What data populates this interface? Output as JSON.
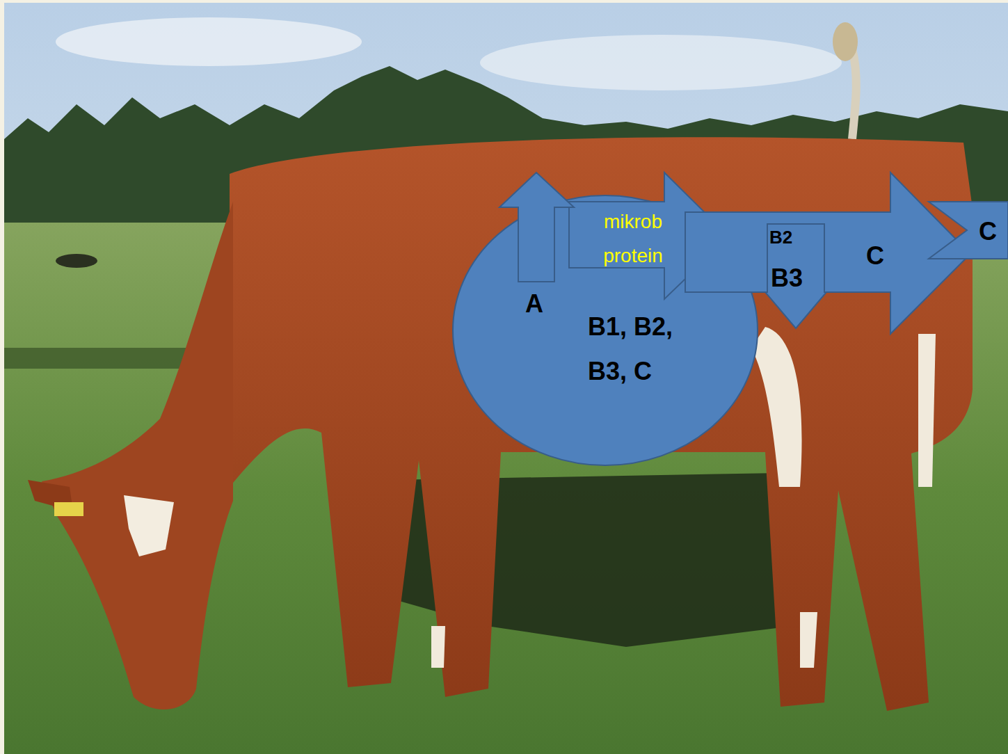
{
  "diagram": {
    "nodes": [
      {
        "text": [
          "A",
          "B1, B2, B3, C"
        ]
      },
      {
        "text": [
          "mikrob protein"
        ]
      },
      {
        "text": [
          "C"
        ]
      },
      {
        "text": [
          "B2",
          "B3"
        ]
      },
      {
        "text": [
          "C"
        ]
      }
    ]
  }
}
